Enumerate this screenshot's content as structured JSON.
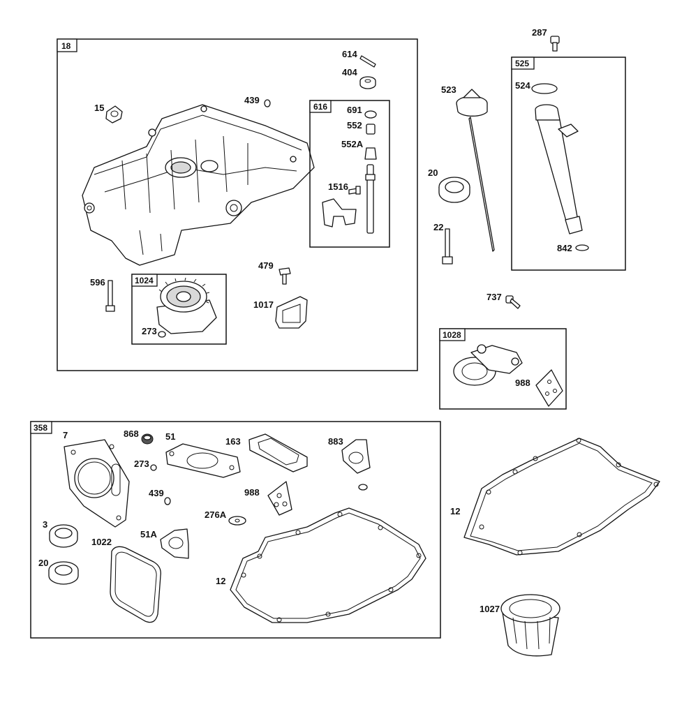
{
  "groups": {
    "g18": "18",
    "g616": "616",
    "g1024": "1024",
    "g525": "525",
    "g1028": "1028",
    "g358": "358"
  },
  "labels": {
    "p614": "614",
    "p404": "404",
    "p439a": "439",
    "p15": "15",
    "p691": "691",
    "p552": "552",
    "p552A": "552A",
    "p1516": "1516",
    "p479": "479",
    "p596": "596",
    "p273a": "273",
    "p1017": "1017",
    "p287": "287",
    "p523": "523",
    "p524": "524",
    "p20a": "20",
    "p22": "22",
    "p842": "842",
    "p737": "737",
    "p988a": "988",
    "p7": "7",
    "p868": "868",
    "p51": "51",
    "p163": "163",
    "p883": "883",
    "p273b": "273",
    "p439b": "439",
    "p988b": "988",
    "p276A": "276A",
    "p3": "3",
    "p1022": "1022",
    "p51A": "51A",
    "p20b": "20",
    "p12a": "12",
    "p12b": "12",
    "p1027": "1027"
  }
}
